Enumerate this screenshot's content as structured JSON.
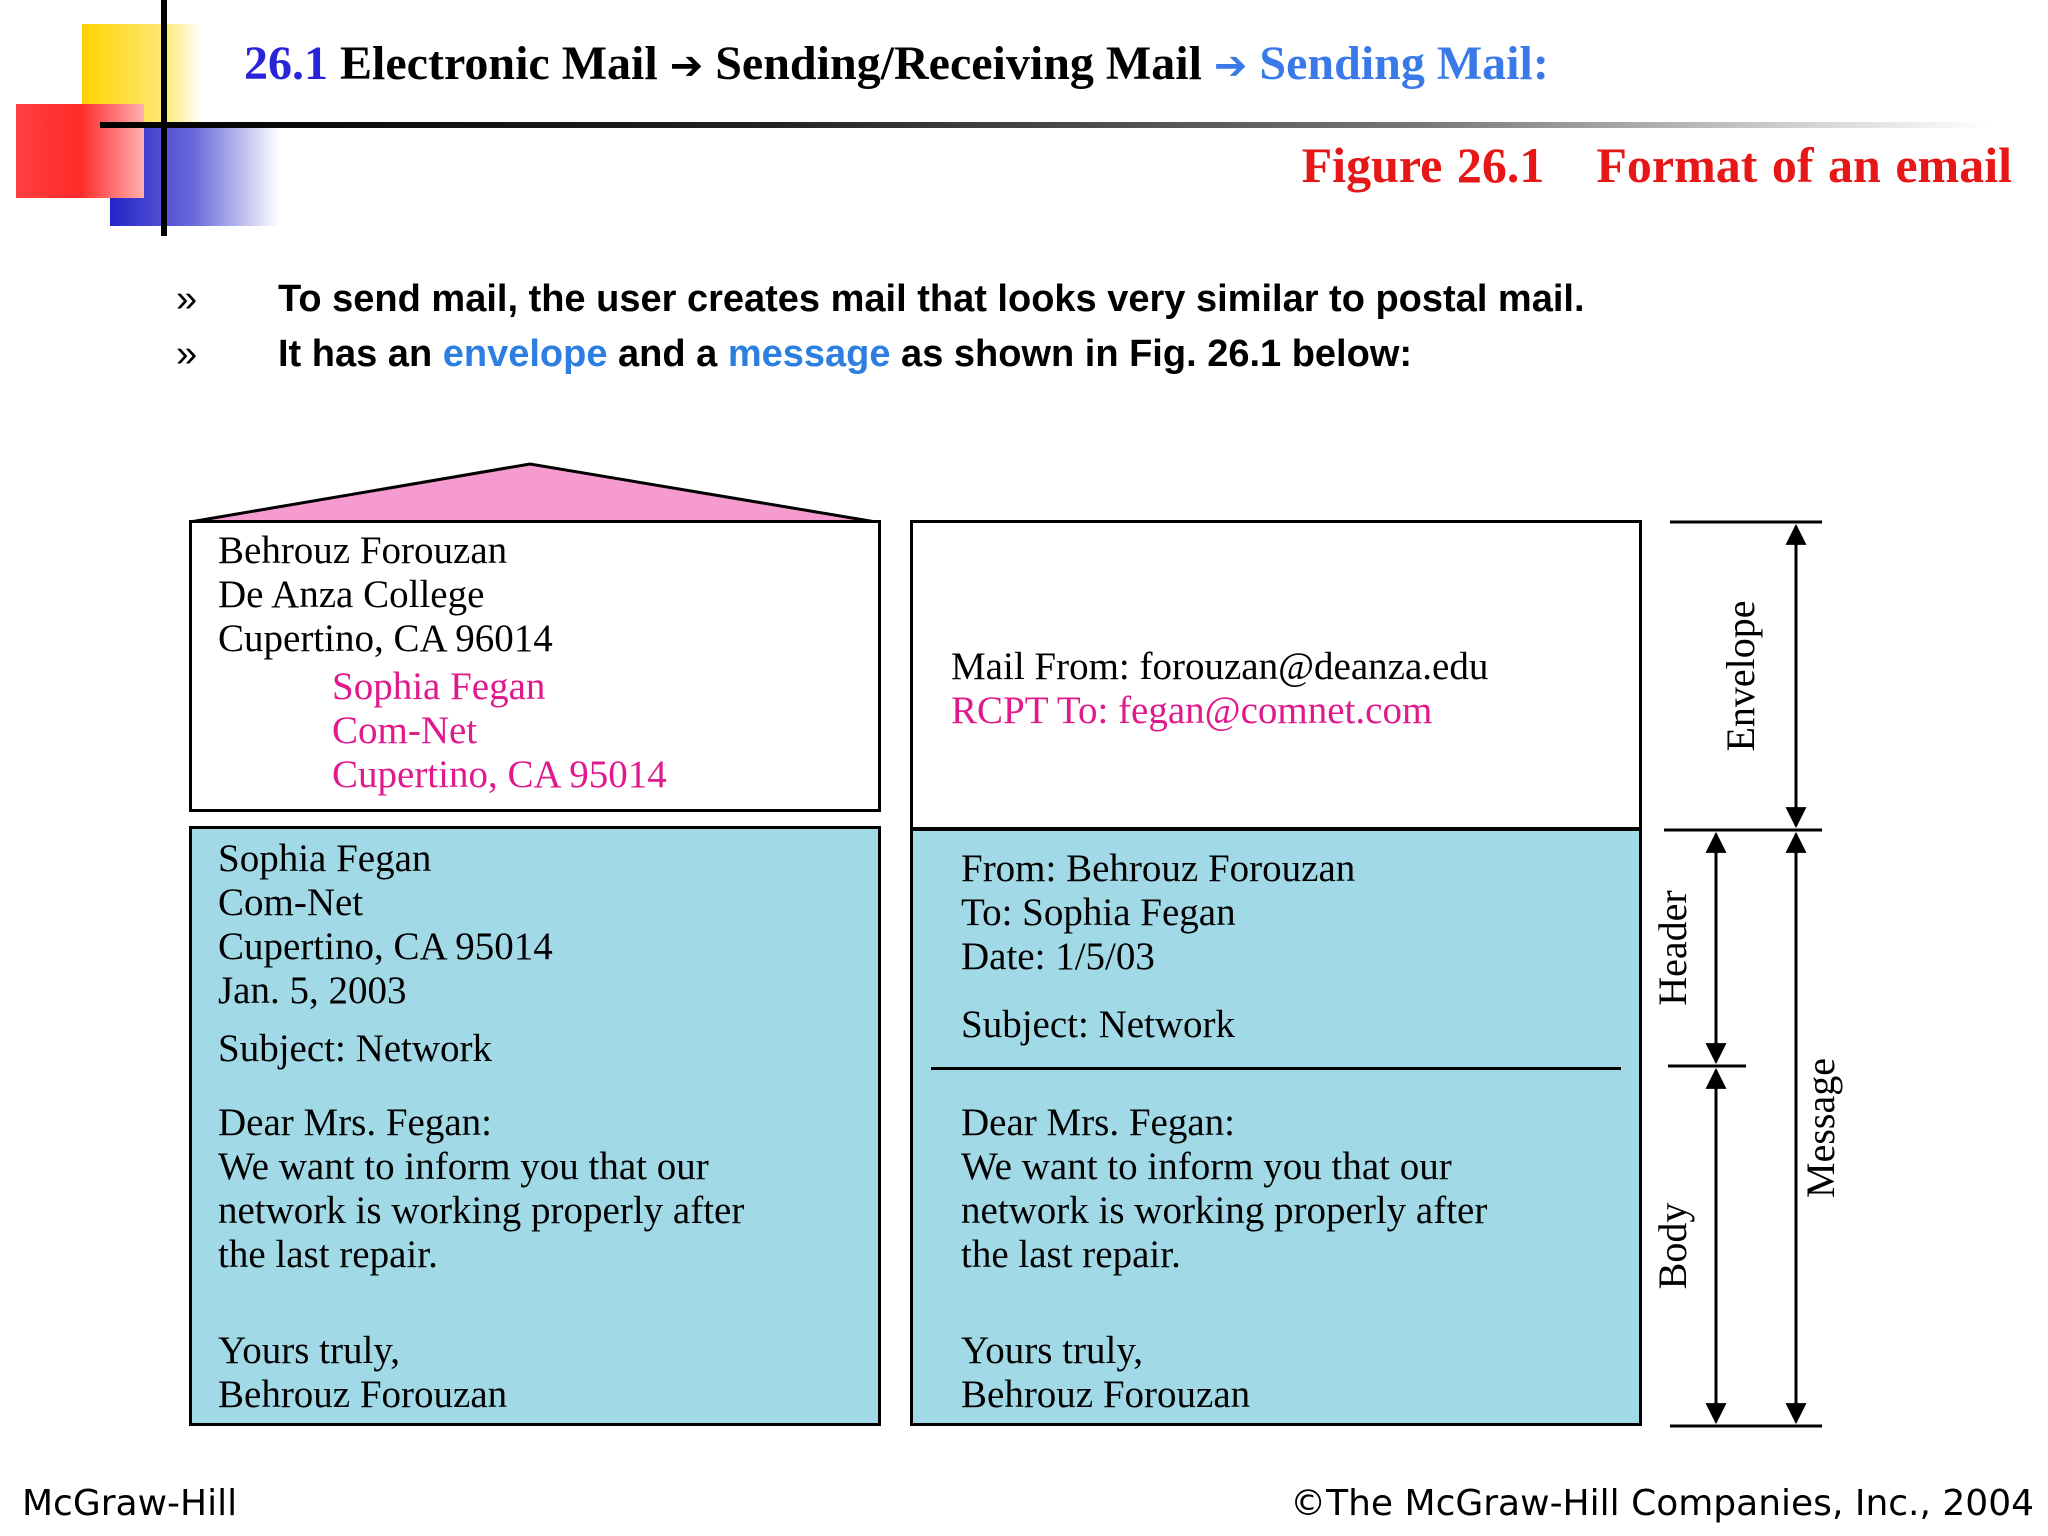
{
  "header": {
    "section_num": "26.1",
    "part1": "Electronic Mail",
    "part2": "Sending/Receiving Mail",
    "part3": "Sending Mail:",
    "arrow_glyph": "➔",
    "figure_label": "Figure 26.1",
    "figure_title": "Format of an email"
  },
  "bullets": [
    {
      "mark": "»",
      "text": "To send mail, the user creates mail that looks very similar to postal mail."
    },
    {
      "mark": "»",
      "pre": "It has an ",
      "kw1": "envelope",
      "mid": " and a ",
      "kw2": "message",
      "post": " as shown in Fig. 26.1 below:"
    }
  ],
  "postal": {
    "sender": [
      "Behrouz Forouzan",
      "De Anza College",
      "Cupertino, CA 96014"
    ],
    "recipient": [
      "Sophia Fegan",
      "Com-Net",
      "Cupertino, CA 95014"
    ],
    "letter_address": [
      "Sophia Fegan",
      "Com-Net",
      "Cupertino, CA 95014",
      "Jan. 5, 2003"
    ],
    "subject": "Subject: Network",
    "body": [
      "Dear Mrs. Fegan:",
      "We want to inform you that our",
      "network is working properly after",
      "the last repair."
    ],
    "closing": [
      "Yours truly,",
      "Behrouz Forouzan"
    ]
  },
  "electronic": {
    "mail_from": "Mail From: forouzan@deanza.edu",
    "rcpt_to": "RCPT To: fegan@comnet.com",
    "header_lines": [
      "From: Behrouz Forouzan",
      "To: Sophia  Fegan",
      "Date: 1/5/03"
    ],
    "subject": "Subject: Network",
    "body": [
      "Dear Mrs. Fegan:",
      "We want to inform you that our",
      "network is working properly after",
      "the last repair."
    ],
    "closing": [
      "Yours truly,",
      "Behrouz Forouzan"
    ]
  },
  "labels": {
    "envelope": "Envelope",
    "header": "Header",
    "body": "Body",
    "message": "Message"
  },
  "footer": {
    "left": "McGraw-Hill",
    "right": "©The McGraw-Hill Companies, Inc., 2004"
  },
  "colors": {
    "title_blue": "#2a24d8",
    "link_blue": "#3a7ae8",
    "caption_red": "#e51717",
    "keyword_blue": "#2c7fe0",
    "teal_fill": "#a1d9e6",
    "pink_text": "#e0198d",
    "roof_pink": "#f59bcf"
  }
}
